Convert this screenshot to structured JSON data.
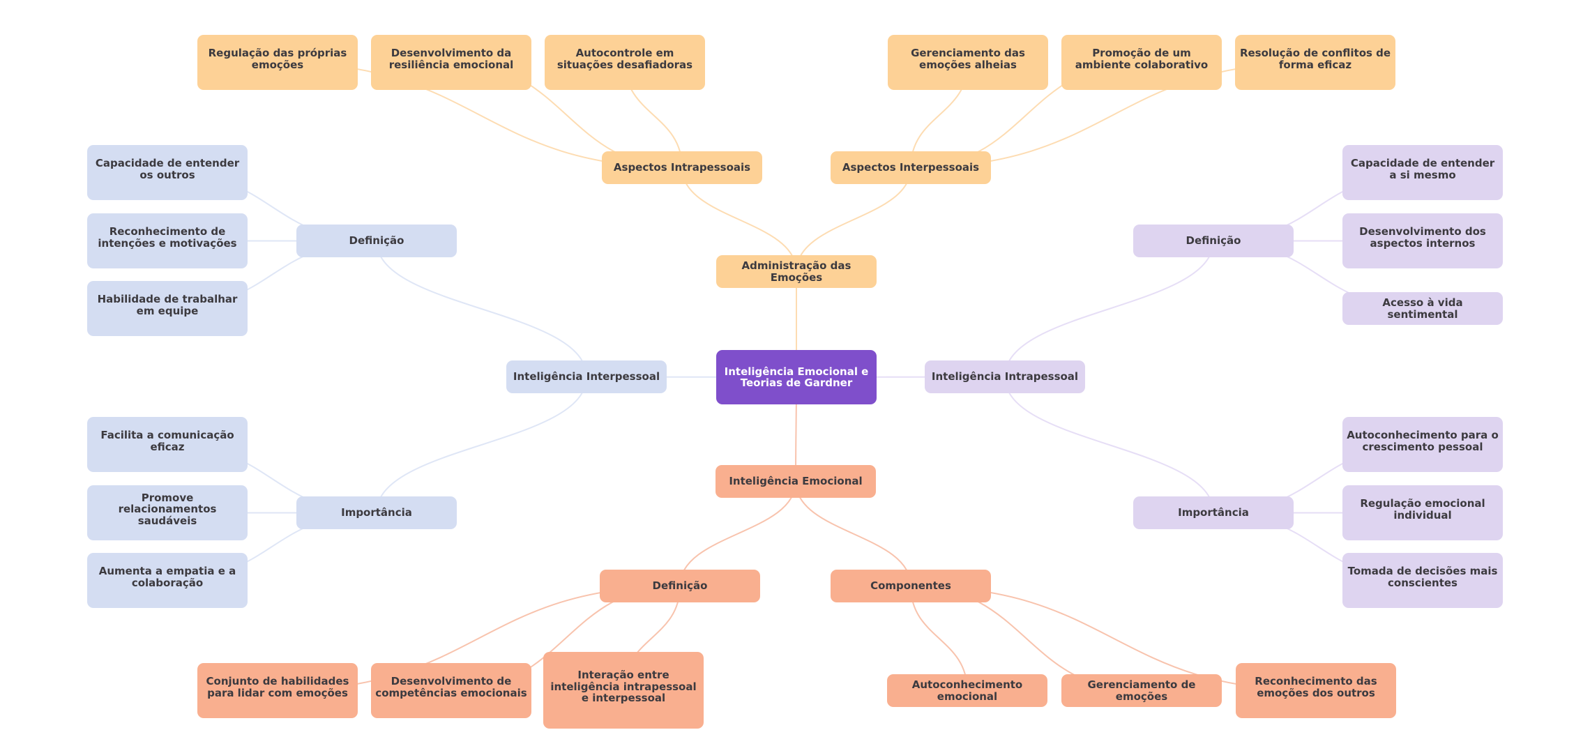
{
  "title": "Inteligência Emocional e Teorias de Gardner",
  "colors": {
    "root": "#7f4fcb",
    "administracao_branch": "#fdd196",
    "inteligencia_emocional_branch": "#f9af8f",
    "interpessoal_branch": "#d4ddf2",
    "intrapessoal_branch": "#ded4f0",
    "text": "#3c3a3f",
    "root_text": "#ffffff"
  },
  "edge_colors": {
    "orange": "#fddcb2",
    "salmon": "#f8c3ad",
    "blue": "#dfe6f6",
    "lav": "#e6def6"
  },
  "nodes": [
    {
      "id": "root",
      "label": "Inteligência Emocional e Teorias de Gardner",
      "color": "root",
      "parent": null
    },
    {
      "id": "admin",
      "label": "Administração das Emoções",
      "color": "orange",
      "parent": "root"
    },
    {
      "id": "asp-intra",
      "label": "Aspectos Intrapessoais",
      "color": "orange",
      "parent": "admin"
    },
    {
      "id": "asp-inter",
      "label": "Aspectos Interpessoais",
      "color": "orange",
      "parent": "admin"
    },
    {
      "id": "regulacao-proprias",
      "label": "Regulação das próprias emoções",
      "color": "orange",
      "parent": "asp-intra"
    },
    {
      "id": "resiliencia",
      "label": "Desenvolvimento da resiliência emocional",
      "color": "orange",
      "parent": "asp-intra"
    },
    {
      "id": "autocontrole",
      "label": "Autocontrole em situações desafiadoras",
      "color": "orange",
      "parent": "asp-intra"
    },
    {
      "id": "gerenc-alheias",
      "label": "Gerenciamento das emoções alheias",
      "color": "orange",
      "parent": "asp-inter"
    },
    {
      "id": "promocao",
      "label": "Promoção de um ambiente colaborativo",
      "color": "orange",
      "parent": "asp-inter"
    },
    {
      "id": "resolucao",
      "label": "Resolução de conflitos de forma eficaz",
      "color": "orange",
      "parent": "asp-inter"
    },
    {
      "id": "interpessoal",
      "label": "Inteligência Interpessoal",
      "color": "blue",
      "parent": "root"
    },
    {
      "id": "inter-def",
      "label": "Definição",
      "color": "blue",
      "parent": "interpessoal"
    },
    {
      "id": "inter-imp",
      "label": "Importância",
      "color": "blue",
      "parent": "interpessoal"
    },
    {
      "id": "cap-outros",
      "label": "Capacidade de entender os outros",
      "color": "blue",
      "parent": "inter-def"
    },
    {
      "id": "reconh-intencoes",
      "label": "Reconhecimento de intenções e motivações",
      "color": "blue",
      "parent": "inter-def"
    },
    {
      "id": "habilidade-equipe",
      "label": "Habilidade de trabalhar em equipe",
      "color": "blue",
      "parent": "inter-def"
    },
    {
      "id": "facilita-comunicacao",
      "label": "Facilita a comunicação eficaz",
      "color": "blue",
      "parent": "inter-imp"
    },
    {
      "id": "promove-relac",
      "label": "Promove relacionamentos saudáveis",
      "color": "blue",
      "parent": "inter-imp"
    },
    {
      "id": "aumenta-empatia",
      "label": "Aumenta a empatia e a colaboração",
      "color": "blue",
      "parent": "inter-imp"
    },
    {
      "id": "intrapessoal",
      "label": "Inteligência Intrapessoal",
      "color": "lav",
      "parent": "root"
    },
    {
      "id": "intra-def",
      "label": "Definição",
      "color": "lav",
      "parent": "intrapessoal"
    },
    {
      "id": "intra-imp",
      "label": "Importância",
      "color": "lav",
      "parent": "intrapessoal"
    },
    {
      "id": "cap-si",
      "label": "Capacidade de entender a si mesmo",
      "color": "lav",
      "parent": "intra-def"
    },
    {
      "id": "desenv-internos",
      "label": "Desenvolvimento dos aspectos internos",
      "color": "lav",
      "parent": "intra-def"
    },
    {
      "id": "acesso-vida",
      "label": "Acesso à vida sentimental",
      "color": "lav",
      "parent": "intra-def"
    },
    {
      "id": "autoconh-cresc",
      "label": "Autoconhecimento para o crescimento pessoal",
      "color": "lav",
      "parent": "intra-imp"
    },
    {
      "id": "regulacao-indiv",
      "label": "Regulação emocional individual",
      "color": "lav",
      "parent": "intra-imp"
    },
    {
      "id": "tomada-decisoes",
      "label": "Tomada de decisões mais conscientes",
      "color": "lav",
      "parent": "intra-imp"
    },
    {
      "id": "ie",
      "label": "Inteligência Emocional",
      "color": "salmon",
      "parent": "root"
    },
    {
      "id": "ie-def",
      "label": "Definição",
      "color": "salmon",
      "parent": "ie"
    },
    {
      "id": "ie-comp",
      "label": "Componentes",
      "color": "salmon",
      "parent": "ie"
    },
    {
      "id": "conjunto-habilidades",
      "label": "Conjunto de habilidades para lidar com emoções",
      "color": "salmon",
      "parent": "ie-def"
    },
    {
      "id": "desenv-competencias",
      "label": "Desenvolvimento de competências emocionais",
      "color": "salmon",
      "parent": "ie-def"
    },
    {
      "id": "interacao",
      "label": "Interação entre inteligência intrapessoal e interpessoal",
      "color": "salmon",
      "parent": "ie-def"
    },
    {
      "id": "autoconh-emocional",
      "label": "Autoconhecimento emocional",
      "color": "salmon",
      "parent": "ie-comp"
    },
    {
      "id": "gerenc-emocoes",
      "label": "Gerenciamento de emoções",
      "color": "salmon",
      "parent": "ie-comp"
    },
    {
      "id": "reconh-outros",
      "label": "Reconhecimento das emoções dos outros",
      "color": "salmon",
      "parent": "ie-comp"
    }
  ]
}
